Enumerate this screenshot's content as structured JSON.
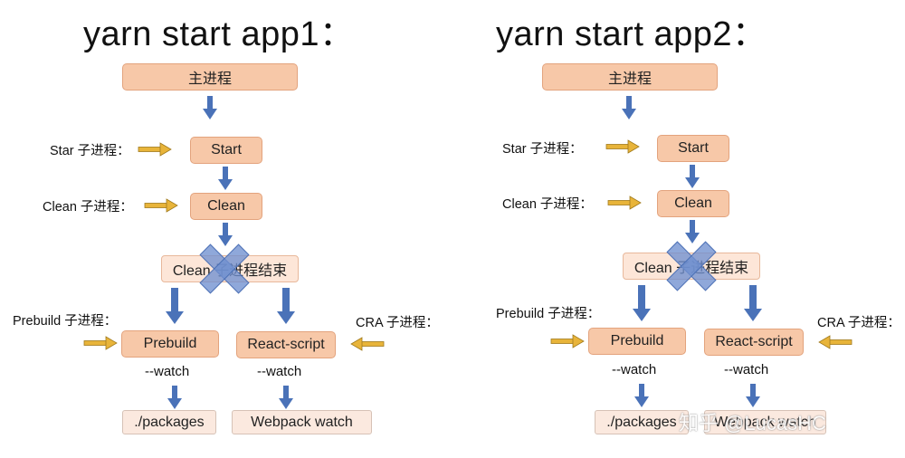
{
  "left": {
    "title": "yarn start app1：",
    "main_process": "主进程",
    "star_label": "Star 子进程：",
    "start": "Start",
    "clean_label": "Clean 子进程：",
    "clean": "Clean",
    "clean_end": "Clean 子进程结束",
    "prebuild_label": "Prebuild 子进程：",
    "cra_label": "CRA 子进程：",
    "prebuild": "Prebuild",
    "react_script": "React-script",
    "watch1": "--watch",
    "watch2": "--watch",
    "packages": "./packages",
    "webpack_watch": "Webpack watch"
  },
  "right": {
    "title": "yarn start app2：",
    "main_process": "主进程",
    "star_label": "Star 子进程：",
    "start": "Start",
    "clean_label": "Clean 子进程：",
    "clean": "Clean",
    "clean_end": "Clean 子进程结束",
    "prebuild_label": "Prebuild 子进程：",
    "cra_label": "CRA 子进程：",
    "prebuild": "Prebuild",
    "react_script": "React-script",
    "watch1": "--watch",
    "watch2": "--watch",
    "packages": "./packages",
    "webpack_watch": "Webpack watch"
  },
  "watermark": "知乎 @LucasHC",
  "colors": {
    "box_fill": "#f7c8a8",
    "box_light": "#fde6d8",
    "arrow_blue": "#4a72b8",
    "arrow_yellow": "#e8b43a",
    "cross_blue": "#6f8fd0"
  }
}
